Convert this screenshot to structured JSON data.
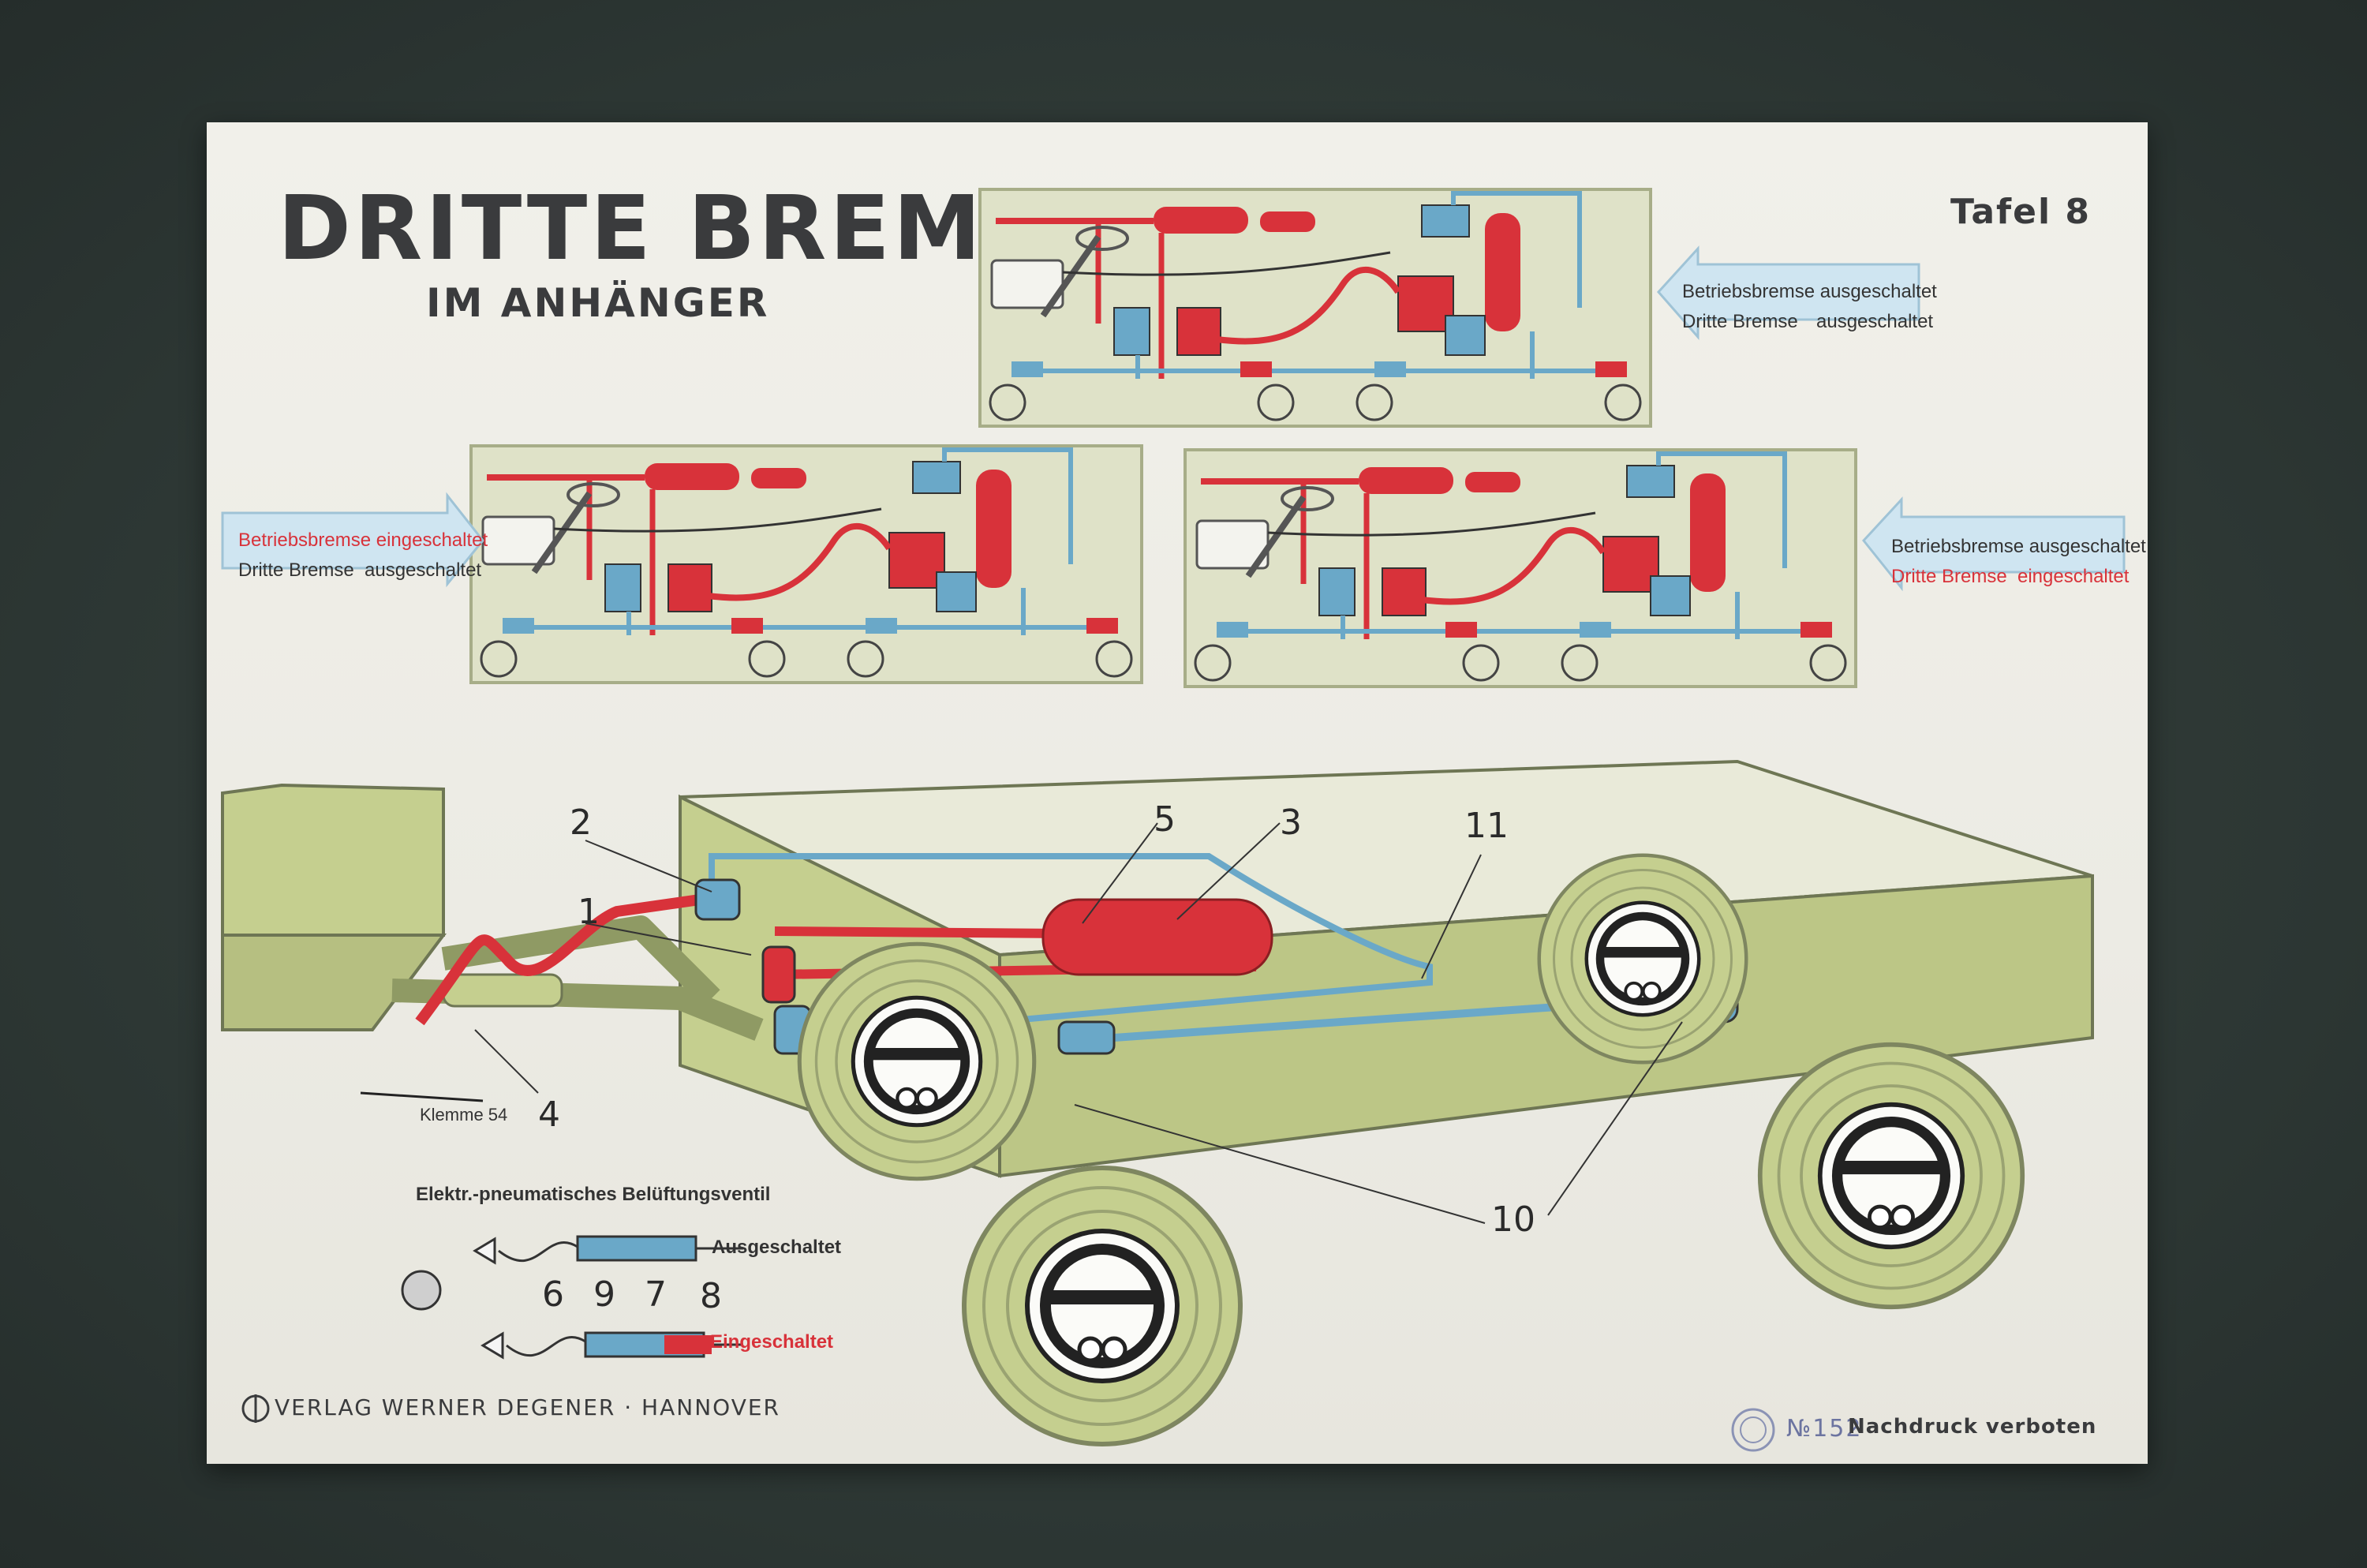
{
  "poster": {
    "title": "DRITTE BREMSE",
    "subtitle": "IM ANHÄNGER",
    "plate": "Tafel 8",
    "publisher": "VERLAG WERNER DEGENER · HANNOVER",
    "copyright": "Nachdruck verboten",
    "stamp_number": "№152"
  },
  "states": [
    {
      "line1": "Betriebsbremse ausgeschaltet",
      "line2a": "Dritte Bremse",
      "line2b": "ausgeschaltet"
    },
    {
      "line1": "Betriebsbremse eingeschaltet",
      "line2a": "Dritte Bremse",
      "line2b": "ausgeschaltet"
    },
    {
      "line1": "Betriebsbremse ausgeschaltet",
      "line2a": "Dritte Bremse",
      "line2b": "eingeschaltet"
    }
  ],
  "callouts": [
    "1",
    "2",
    "3",
    "4",
    "5",
    "6",
    "7",
    "8",
    "9",
    "10",
    "11"
  ],
  "terminal_label": "Klemme 54",
  "valve": {
    "title": "Elektr.-pneumatisches Belüftungsventil",
    "off": "Ausgeschaltet",
    "on": "Eingeschaltet"
  },
  "colors": {
    "red": "#d8323a",
    "blue": "#6aa8c8",
    "olive": "#c5cf8f",
    "panel": "#dfe2c8",
    "arrow": "#cfe5f1"
  }
}
